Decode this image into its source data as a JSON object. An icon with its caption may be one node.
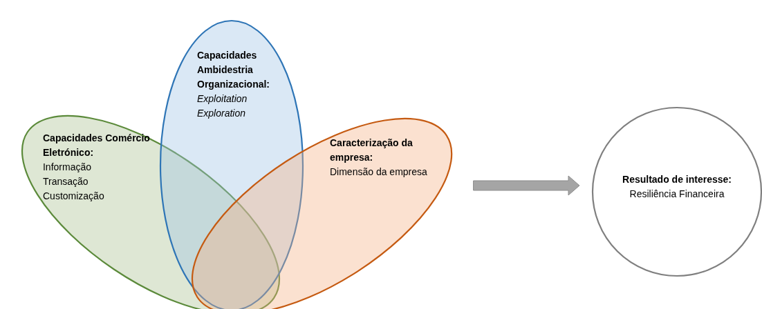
{
  "diagram": {
    "nodes": [
      {
        "text": [
          "Capacidades Comércio Eletrónico:",
          "Informação",
          "Transação",
          "Customização"
        ]
      },
      {
        "text": [
          "Capacidades Ambidestria Organizacional:",
          "Exploitation",
          "Exploration"
        ]
      },
      {
        "text": [
          "Caracterização da empresa:",
          "Dimensão da empresa"
        ]
      },
      {
        "text": [
          "Resultado de interesse:",
          "Resiliência Financeira"
        ]
      }
    ],
    "edges": [
      {
        "from": 2,
        "to": 3,
        "arrow": "to",
        "style": "thick"
      }
    ]
  }
}
